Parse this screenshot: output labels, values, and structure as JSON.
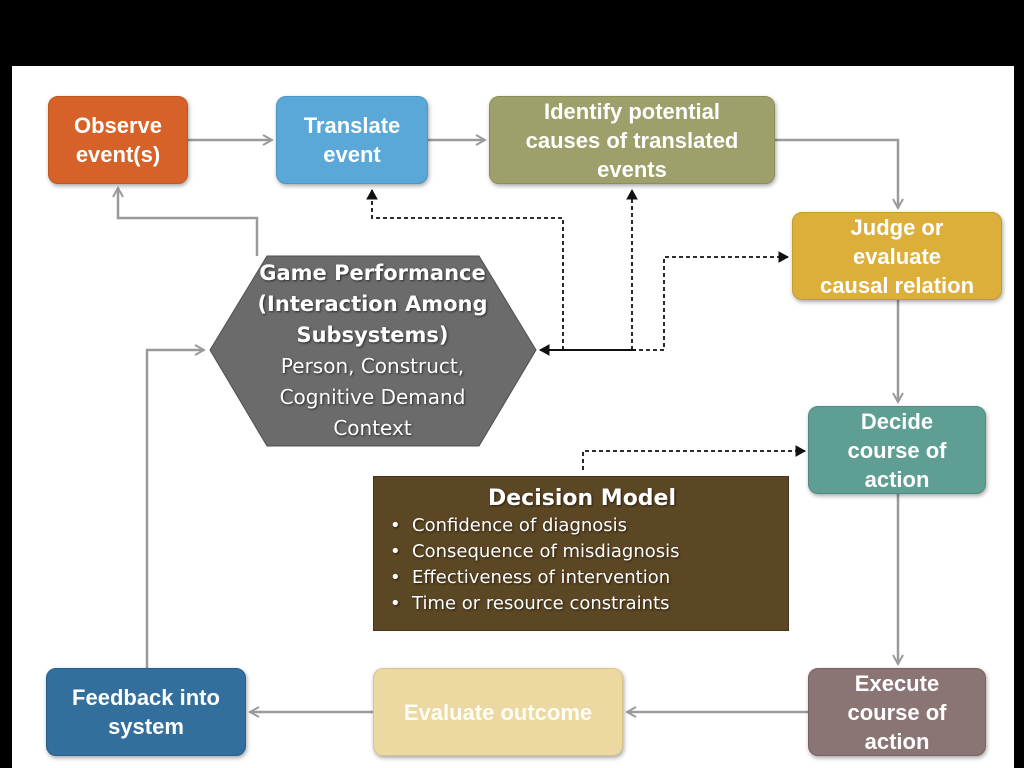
{
  "nodes": {
    "observe": "Observe\nevent(s)",
    "translate": "Translate\nevent",
    "identify": "Identify potential\ncauses of translated\nevents",
    "judge": "Judge or\nevaluate\ncausal relation",
    "decide": "Decide\ncourse of\naction",
    "execute": "Execute\ncourse of\naction",
    "evaluate": "Evaluate outcome",
    "feedback": "Feedback into\nsystem"
  },
  "game_performance": {
    "title": "Game Performance\n(Interaction Among\nSubsystems)",
    "body": "Person, Construct,\nCognitive Demand\nContext"
  },
  "decision_model": {
    "title": "Decision Model",
    "bullet": "•",
    "items": [
      "Confidence of diagnosis",
      "Consequence of misdiagnosis",
      "Effectiveness of intervention",
      "Time or resource constraints"
    ]
  },
  "colors": {
    "observe": "#d6622a",
    "translate": "#5aa8d8",
    "identify": "#9da06a",
    "judge": "#dcae3a",
    "decide": "#5f9e93",
    "execute": "#8a7574",
    "evaluate": "#ecd9a2",
    "feedback": "#336f9c",
    "hexagon": "#6b6b6b",
    "decision_model": "#5c4724",
    "connector": "#9a9a9a"
  }
}
